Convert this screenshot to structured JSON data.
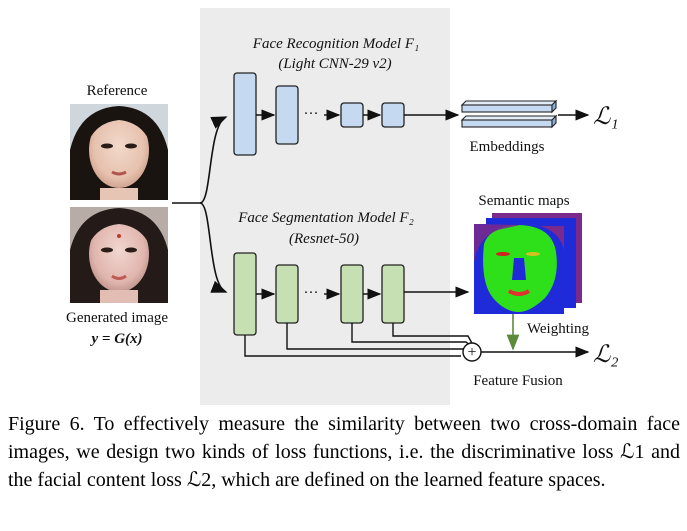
{
  "diagram": {
    "reference_label": "Reference",
    "generated_label": "Generated image",
    "generated_formula": "y = G(x)",
    "recognition_title": "Face Recognition Model F₁",
    "recognition_subtitle": "(Light CNN-29 v2)",
    "segmentation_title": "Face Segmentation Model F₂",
    "segmentation_subtitle": "(Resnet-50)",
    "ellipsis": "···",
    "embeddings_label": "Embeddings",
    "semantic_maps_label": "Semantic maps",
    "weighting_label": "Weighting",
    "feature_fusion_label": "Feature Fusion",
    "loss1": "ℒ₁",
    "loss2": "ℒ₂",
    "plus_symbol": "+",
    "colors": {
      "recognition_block": "#c5d9f1",
      "segmentation_block": "#c6e0b4",
      "panel_bg": "#ececec",
      "weighting_arrow": "#5a8a3a",
      "segmap_blue": "#1f2ad8",
      "segmap_green": "#2ee01a",
      "segmap_purple": "#7b2a8c"
    }
  },
  "caption": {
    "text": "Figure 6. To effectively measure the similarity between two cross-domain face images, we design two kinds of loss functions, i.e. the discriminative loss ℒ1 and the facial content loss ℒ2, which are defined on the learned feature spaces."
  }
}
